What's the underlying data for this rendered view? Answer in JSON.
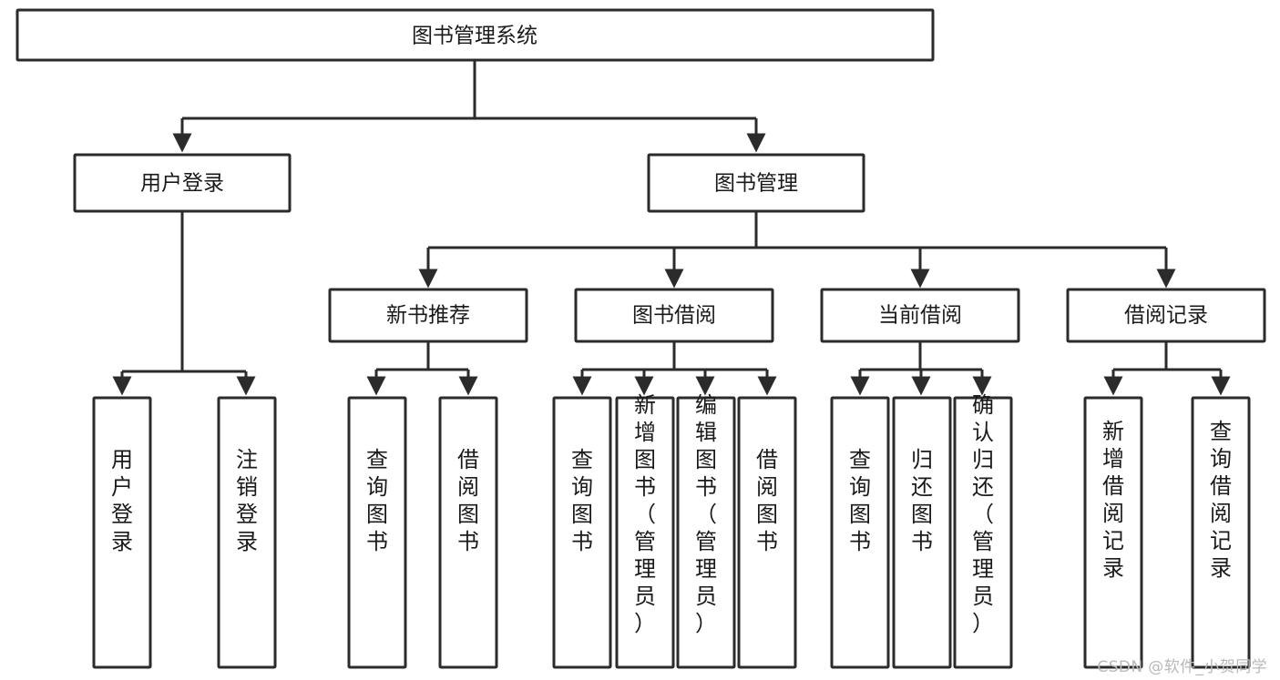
{
  "diagram": {
    "title": "图书管理系统",
    "type": "tree",
    "watermark": "CSDN @软件_小贺同学",
    "colors": {
      "stroke": "#2b2b2b",
      "fill": "#ffffff",
      "text": "#1a1a1a",
      "watermark": "#b9b9b9"
    },
    "levels": {
      "root": {
        "label": "图书管理系统"
      },
      "level2": [
        {
          "id": "user-login",
          "label": "用户登录"
        },
        {
          "id": "book-manage",
          "label": "图书管理"
        }
      ],
      "level3": [
        {
          "id": "new-book-rec",
          "label": "新书推荐"
        },
        {
          "id": "book-borrow",
          "label": "图书借阅"
        },
        {
          "id": "current-borrow",
          "label": "当前借阅"
        },
        {
          "id": "borrow-record",
          "label": "借阅记录"
        }
      ],
      "leaves": [
        {
          "id": "leaf-user-login",
          "parent": "user-login",
          "label": "用户登录"
        },
        {
          "id": "leaf-logout",
          "parent": "user-login",
          "label": "注销登录"
        },
        {
          "id": "leaf-query-book-1",
          "parent": "new-book-rec",
          "label": "查询图书"
        },
        {
          "id": "leaf-borrow-book-1",
          "parent": "new-book-rec",
          "label": "借阅图书"
        },
        {
          "id": "leaf-query-book-2",
          "parent": "book-borrow",
          "label": "查询图书"
        },
        {
          "id": "leaf-add-book",
          "parent": "book-borrow",
          "label": "新增图书（管理员）"
        },
        {
          "id": "leaf-edit-book",
          "parent": "book-borrow",
          "label": "编辑图书（管理员）"
        },
        {
          "id": "leaf-borrow-book-2",
          "parent": "book-borrow",
          "label": "借阅图书"
        },
        {
          "id": "leaf-query-book-3",
          "parent": "current-borrow",
          "label": "查询图书"
        },
        {
          "id": "leaf-return-book",
          "parent": "current-borrow",
          "label": "归还图书"
        },
        {
          "id": "leaf-confirm-return",
          "parent": "current-borrow",
          "label": "确认归还（管理员）"
        },
        {
          "id": "leaf-add-record",
          "parent": "borrow-record",
          "label": "新增借阅记录"
        },
        {
          "id": "leaf-query-record",
          "parent": "borrow-record",
          "label": "查询借阅记录"
        }
      ]
    }
  }
}
